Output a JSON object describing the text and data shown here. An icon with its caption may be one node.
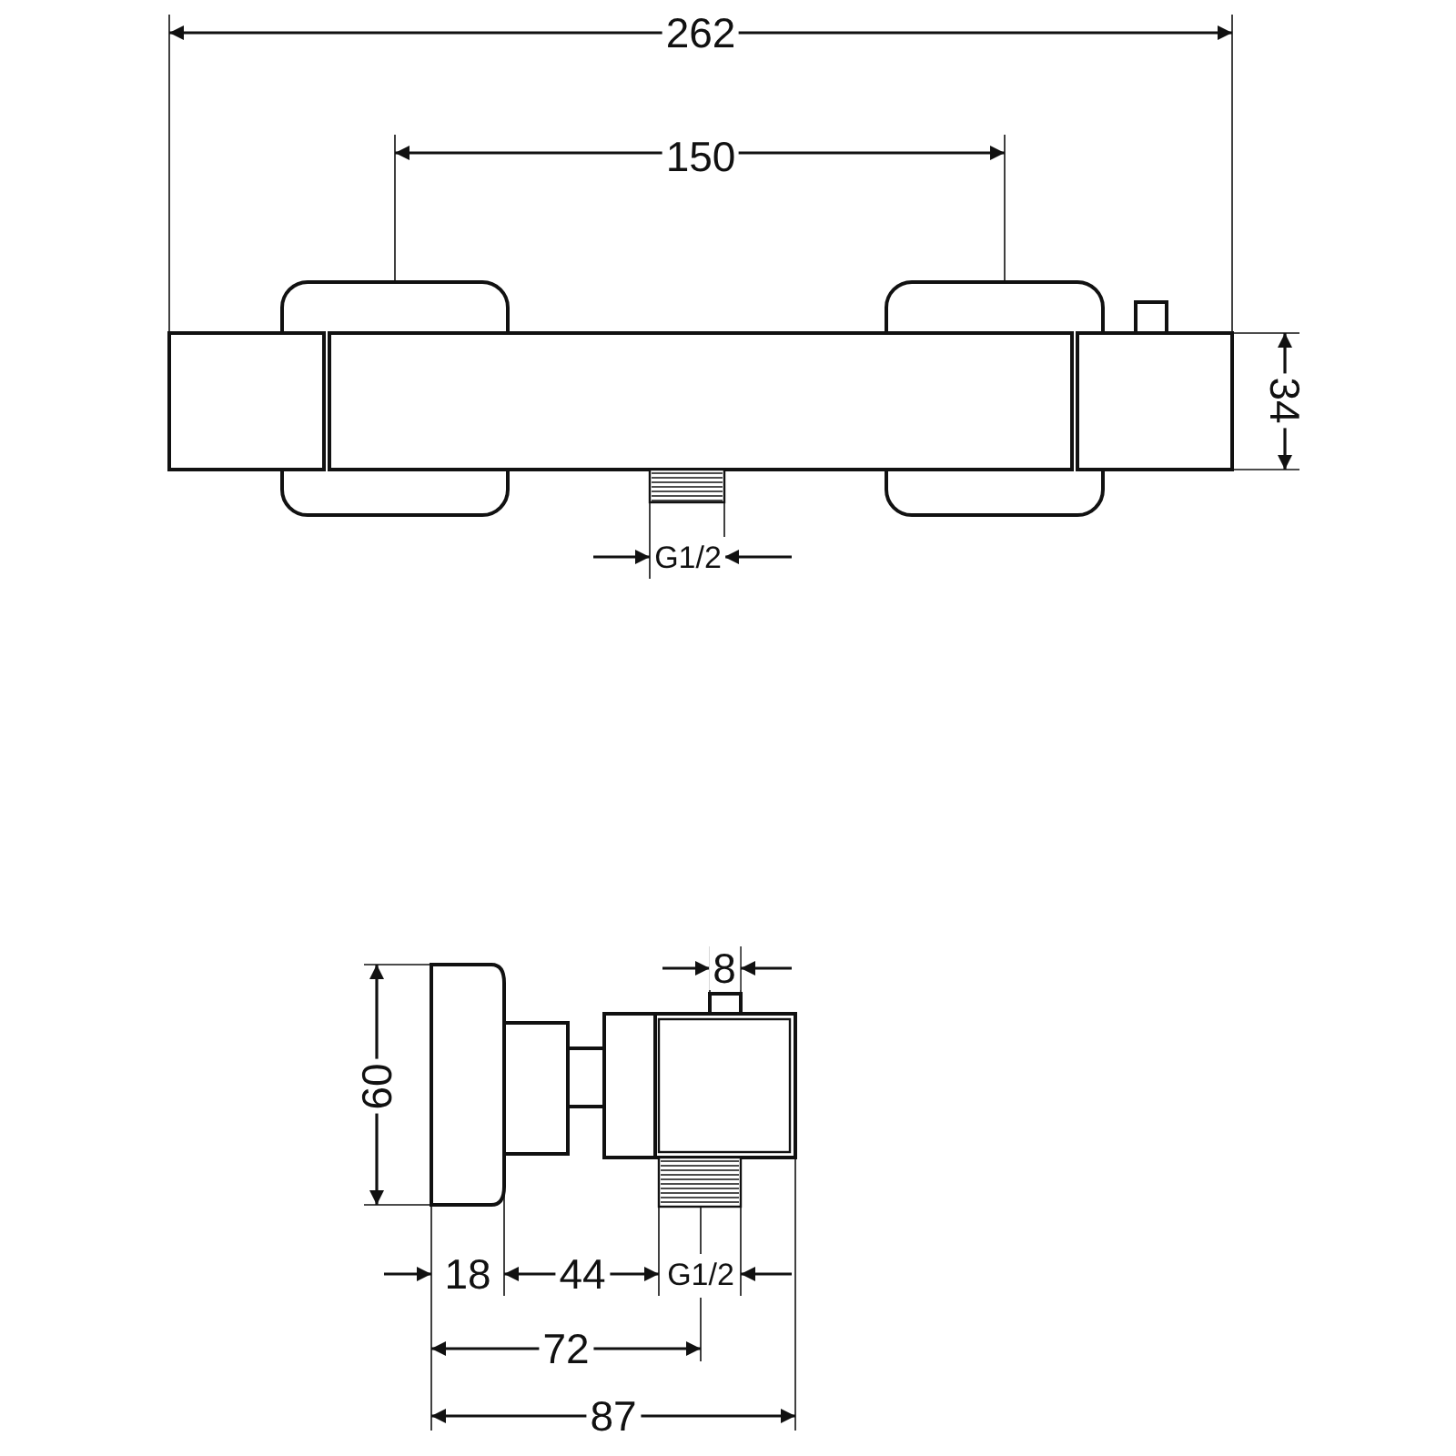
{
  "diagram": {
    "labels": [
      "262",
      "150",
      "34",
      "G1/2",
      "8",
      "60",
      "18",
      "44",
      "G1/2",
      "72",
      "87"
    ]
  }
}
